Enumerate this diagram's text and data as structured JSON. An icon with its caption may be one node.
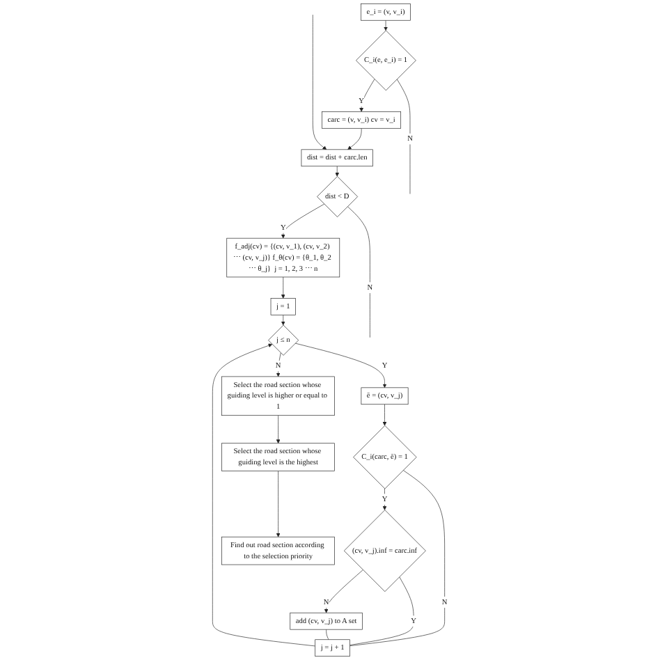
{
  "diagram": {
    "nodes": [
      {
        "text": [
          "e_i = (v, v_i)"
        ]
      },
      {
        "text": [
          "C_i(e, e_i) = 1"
        ]
      },
      {
        "text": [
          "carc = (v, v_i)   cv = v_i"
        ]
      },
      {
        "text": [
          "dist = dist + carc.len"
        ]
      },
      {
        "text": [
          "dist < D"
        ]
      },
      {
        "text": [
          "f_adj(cv) = {(cv, v_1), (cv, v_2) ⋯ (cv, v_j)} f_θ(cv) = {θ_1, θ_2 ⋯ θ_j}  j = 1, 2, 3 ⋯ n"
        ]
      },
      {
        "text": [
          "j = 1"
        ]
      },
      {
        "text": [
          "j ≤ n"
        ]
      },
      {
        "text": [
          "ē = (cv, v_j)"
        ]
      },
      {
        "text": [
          "C_i(carc, ē) = 1"
        ]
      },
      {
        "text": [
          "(cv, v_j).inf = carc.inf"
        ]
      },
      {
        "text": [
          "add (cv, v_j) to A set"
        ]
      },
      {
        "text": [
          "j = j + 1"
        ]
      },
      {
        "text": [
          "Select the road section whose guiding level is higher or equal to 1"
        ]
      },
      {
        "text": [
          "Select the road section whose guiding level is the highest"
        ]
      },
      {
        "text": [
          "Find out road section according to the selection priority"
        ]
      }
    ],
    "edges": [
      {
        "from": 0,
        "to": 1,
        "arrow": "to"
      },
      {
        "from": 1,
        "to": 2,
        "arrow": "to",
        "label": "Y"
      },
      {
        "from": 1,
        "to": null,
        "arrow": "none",
        "label": "N"
      },
      {
        "from": 2,
        "to": 3,
        "arrow": "to"
      },
      {
        "from": null,
        "to": 3,
        "arrow": "to"
      },
      {
        "from": 3,
        "to": 4,
        "arrow": "to"
      },
      {
        "from": 4,
        "to": null,
        "arrow": "none",
        "label": "N"
      },
      {
        "from": 4,
        "to": 5,
        "arrow": "to",
        "label": "Y"
      },
      {
        "from": 5,
        "to": 6,
        "arrow": "to"
      },
      {
        "from": 6,
        "to": 7,
        "arrow": "to"
      },
      {
        "from": 7,
        "to": 8,
        "arrow": "to",
        "label": "Y"
      },
      {
        "from": 7,
        "to": 13,
        "arrow": "to",
        "label": "N"
      },
      {
        "from": 8,
        "to": 9,
        "arrow": "to"
      },
      {
        "from": 9,
        "to": 10,
        "arrow": "to",
        "label": "Y"
      },
      {
        "from": 9,
        "to": 12,
        "arrow": "none",
        "label": "N"
      },
      {
        "from": 10,
        "to": 11,
        "arrow": "to",
        "label": "N"
      },
      {
        "from": 10,
        "to": 12,
        "arrow": "none",
        "label": "Y"
      },
      {
        "from": 11,
        "to": 12,
        "arrow": "none"
      },
      {
        "from": 12,
        "to": 7,
        "arrow": "to"
      },
      {
        "from": 13,
        "to": 14,
        "arrow": "to"
      },
      {
        "from": 14,
        "to": 15,
        "arrow": "to"
      }
    ]
  }
}
